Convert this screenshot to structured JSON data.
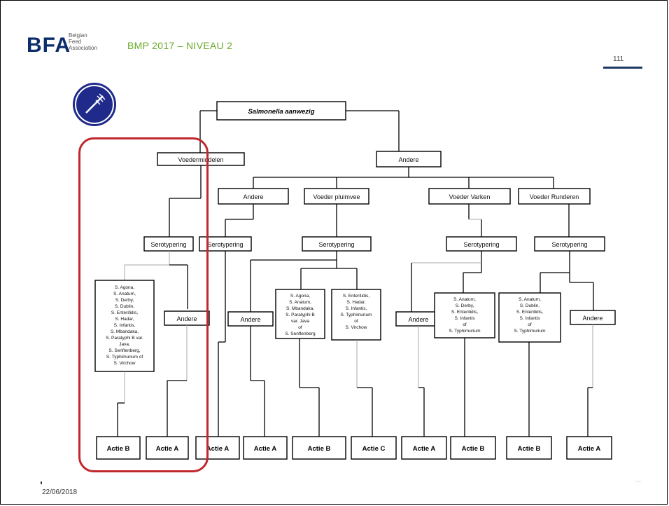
{
  "header": {
    "logo_text": "BFA",
    "logo_sub": [
      "Belgian",
      "Feed",
      "Association"
    ],
    "title": "BMP 2017 – NIVEAU 2",
    "page_number": "111"
  },
  "footer": {
    "date": "22/06/2018"
  },
  "diagram": {
    "root": "Salmonella aanwezig",
    "level1": [
      "Voedermiddelen",
      "Andere"
    ],
    "level2": [
      "Andere",
      "Voeder pluimvee",
      "Voeder Varken",
      "Voeder Runderen"
    ],
    "serotypering": "Serotypering",
    "andere": "Andere",
    "groups": {
      "voedermiddelen_list": [
        "S. Agona,",
        "S. Anatum,",
        "S. Derby,",
        "S. Dublin,",
        "S. Enteritidis,",
        "S. Hadar,",
        "S. Infantis,",
        "S. Mbandaka,",
        "S. Paratyphi B var.",
        "Java,",
        "S. Senftenberg,",
        "S. Typhimurium of",
        "S. Virchow"
      ],
      "pluimvee_list_1": [
        "S. Agona,",
        "S. Anatum,",
        "S. Mbandaka,",
        "S. Paratyphi B",
        "var. Java",
        "of",
        "S. Senftenberg"
      ],
      "pluimvee_list_2": [
        "S. Enteritidis,",
        "S. Hadar,",
        "S. Infantis,",
        "S. Typhimurium",
        "of",
        "S. Virchow"
      ],
      "varken_list": [
        "S. Anatum,",
        "S. Derby,",
        "S. Enteritidis,",
        "S. Infantis",
        "of",
        "S. Typhimurium"
      ],
      "runderen_list": [
        "S. Anatum,",
        "S. Dublin,",
        "S. Enteritidis,",
        "S. Infantis",
        "of",
        "S. Typhimurium"
      ]
    },
    "actions": [
      "Actie B",
      "Actie A",
      "Actie A",
      "Actie A",
      "Actie B",
      "Actie C",
      "Actie A",
      "Actie B",
      "Actie B",
      "Actie A"
    ]
  },
  "colors": {
    "brand_green": "#6aa92a",
    "brand_navy": "#0b2d6b",
    "highlight_red": "#c1272d",
    "icon_blue": "#1f2a8a"
  },
  "icons": {
    "badge": "feed-sampler-icon"
  }
}
